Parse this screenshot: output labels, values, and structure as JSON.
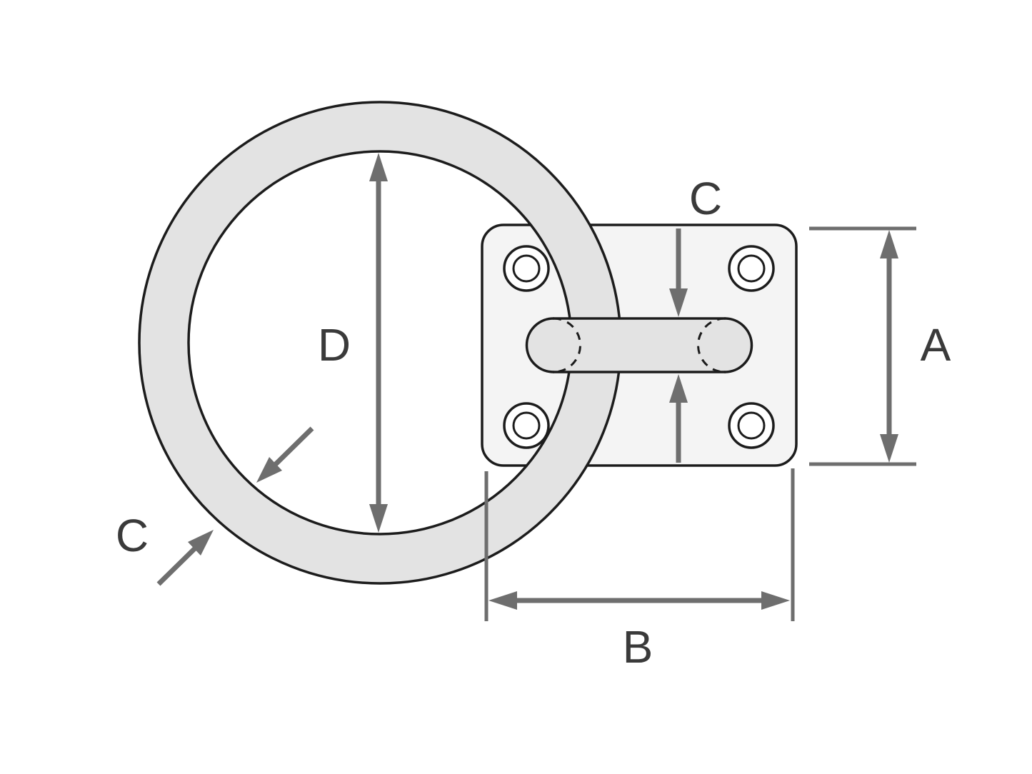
{
  "diagram": {
    "labels": {
      "plate_height": "A",
      "plate_width": "B",
      "material_diameter": "C",
      "ring_inner_diameter": "D"
    },
    "colors": {
      "outline": "#1c1c1c",
      "fill": "#e3e3e3",
      "plate": "#f4f4f4",
      "dim": "#6e6e6e",
      "label": "#3a3a3a",
      "bg": "#ffffff"
    }
  }
}
